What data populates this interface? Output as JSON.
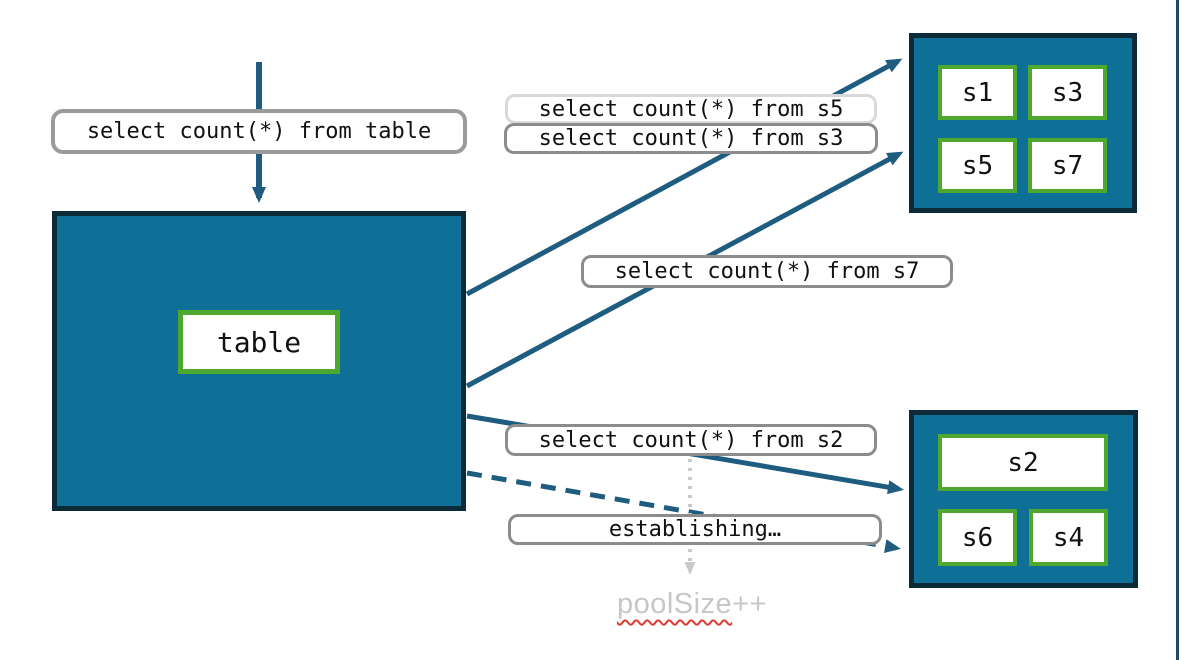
{
  "colors": {
    "box_fill": "#0e7096",
    "box_border": "#0d2a38",
    "cell_border": "#4ea72e",
    "arrow": "#1e5c80",
    "label_border": "#8c8c8c",
    "label_border_light": "#d9d9d9",
    "muted_text": "#c7c7c7",
    "spellcheck_red": "#de3b30"
  },
  "queries": {
    "table": "select count(*) from table",
    "s5": "select count(*) from s5",
    "s3": "select count(*) from s3",
    "s7": "select count(*) from s7",
    "s2": "select count(*) from s2",
    "establishing": "establishing…"
  },
  "main_table": {
    "label": "table"
  },
  "shard_group_top": {
    "cells": [
      "s1",
      "s3",
      "s5",
      "s7"
    ]
  },
  "shard_group_bottom": {
    "wide_cell": "s2",
    "cells": [
      "s6",
      "s4"
    ]
  },
  "pool_note": {
    "word": "poolSize",
    "suffix": "++"
  }
}
